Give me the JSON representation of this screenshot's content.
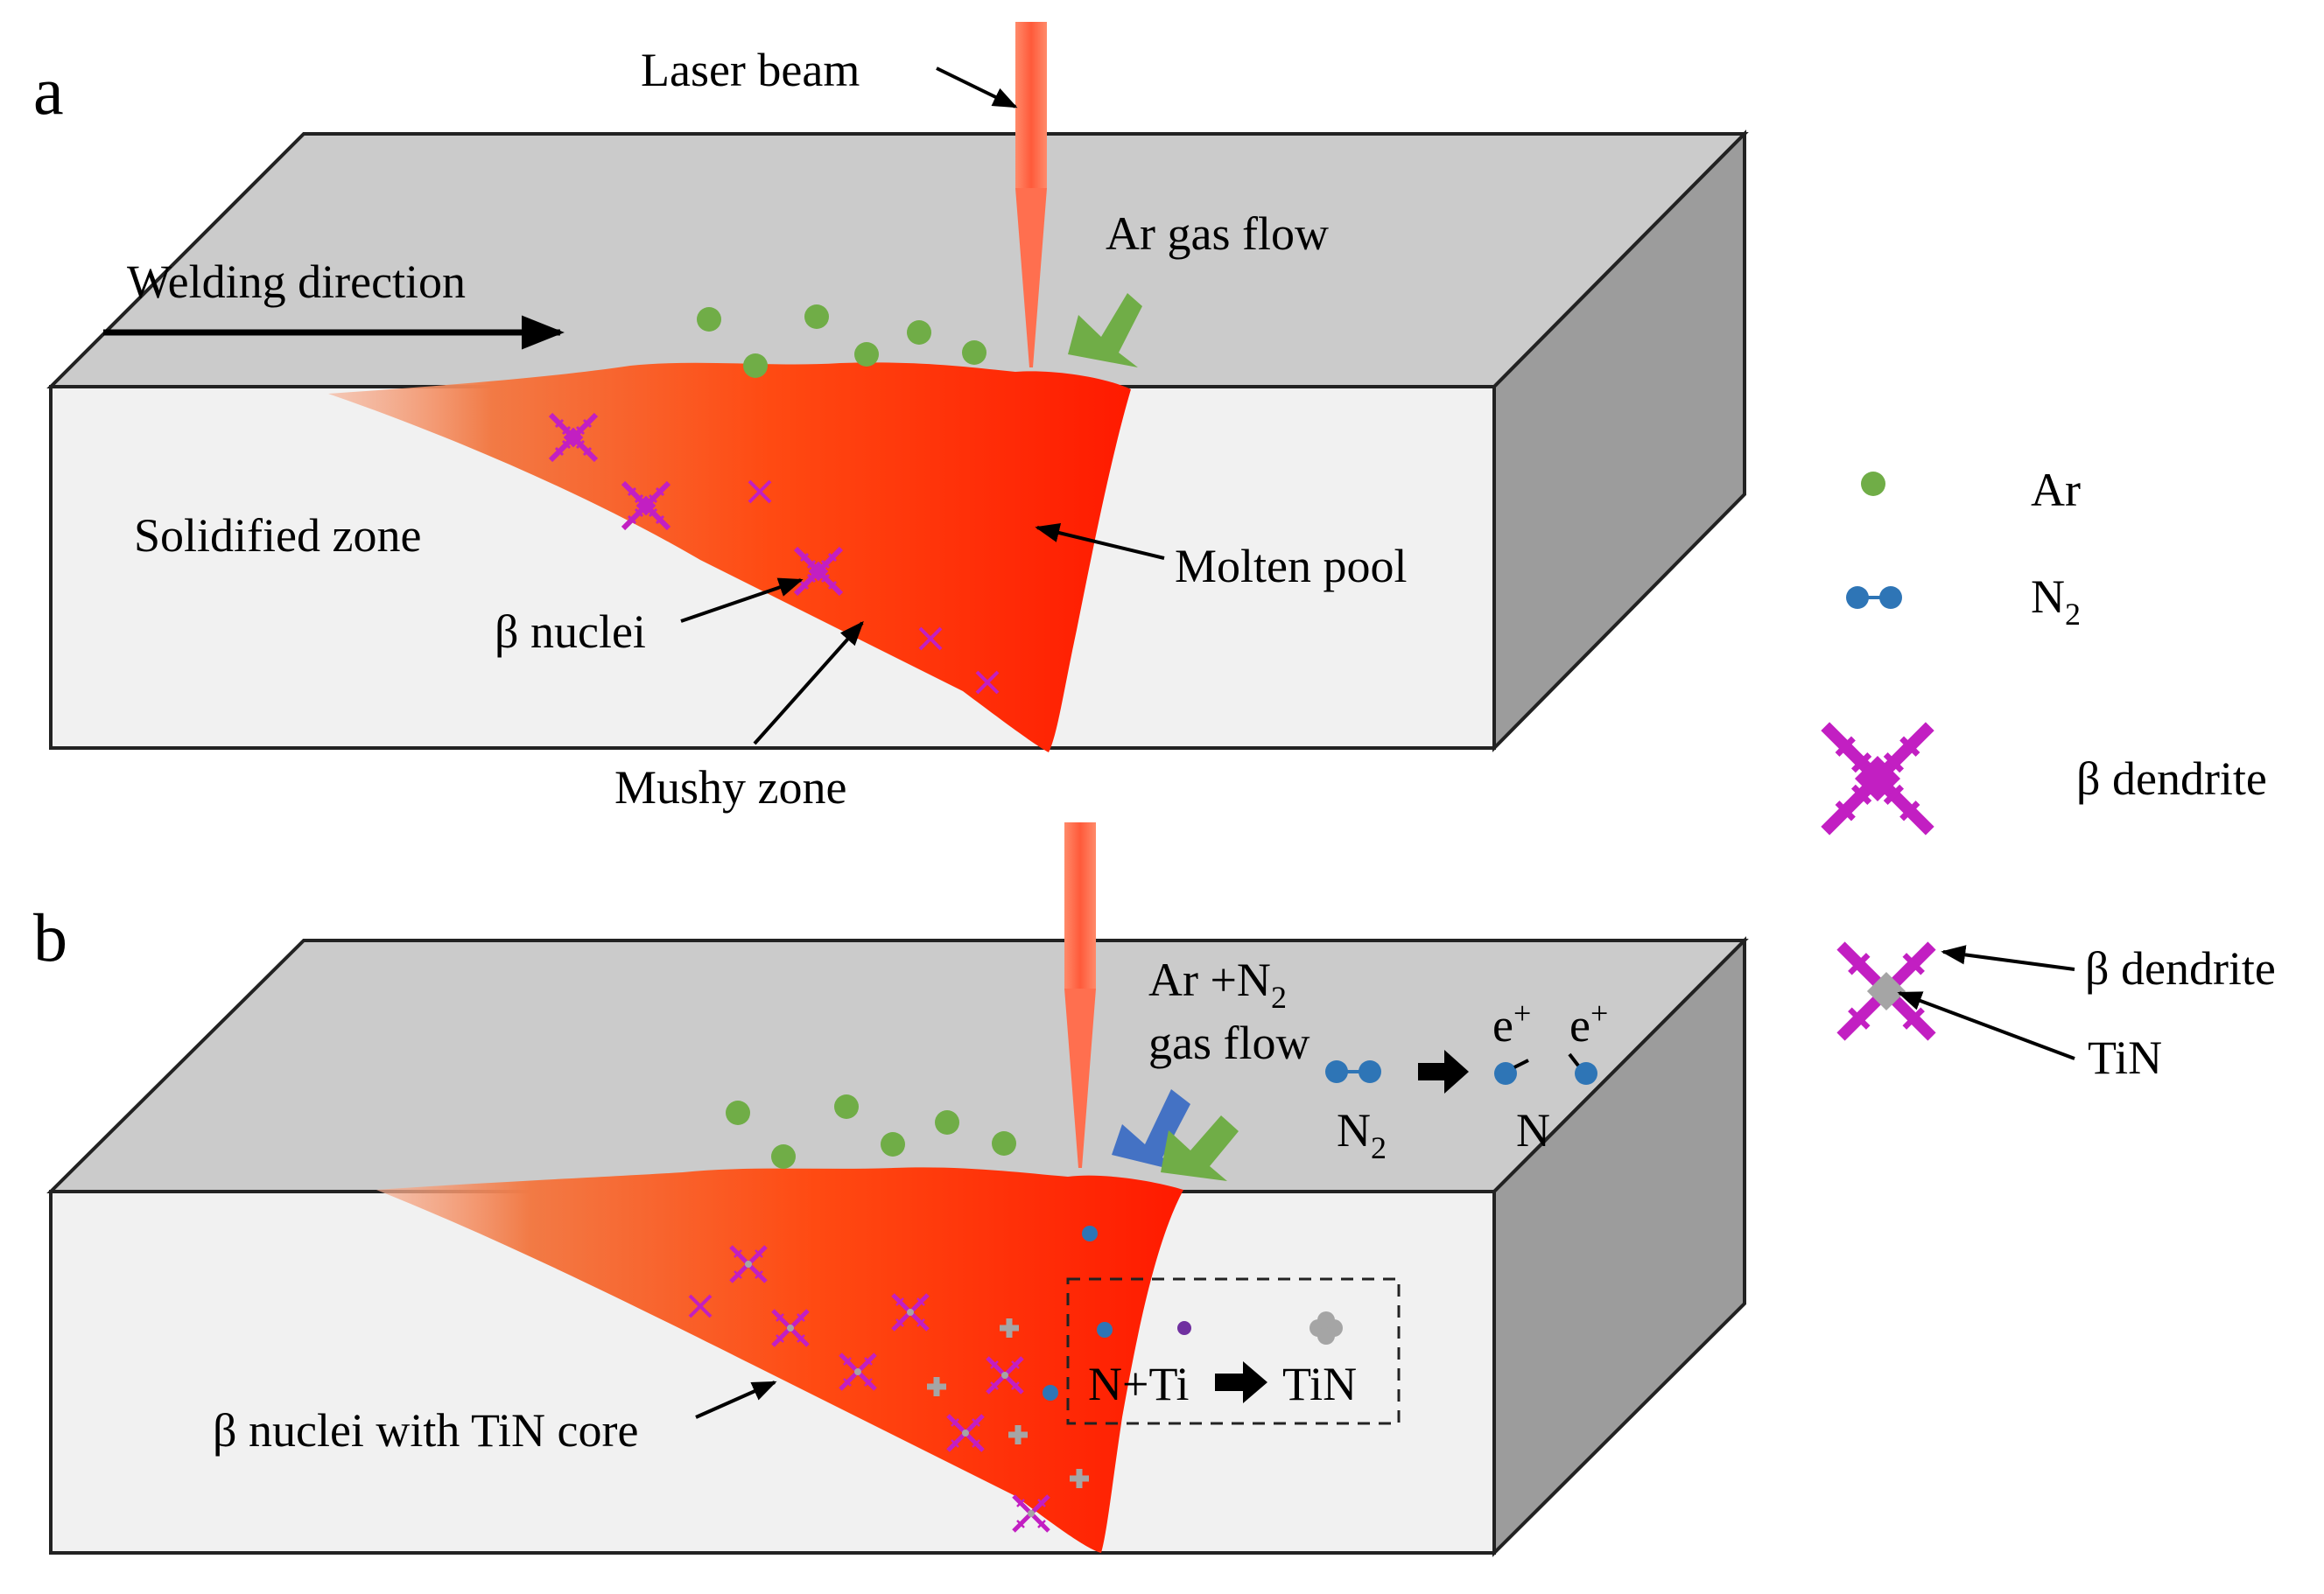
{
  "panel_a": {
    "letter": "a",
    "laser_label": "Laser beam",
    "gas_label": "Ar gas flow",
    "welding_label": "Welding direction",
    "solidified_label": "Solidified zone",
    "molten_label": "Molten pool",
    "nuclei_label": "β nuclei",
    "mushy_label": "Mushy zone"
  },
  "panel_b": {
    "letter": "b",
    "gas_line1_main": "Ar +N",
    "gas_line1_sub": "2",
    "gas_line2": "gas flow",
    "n2_main": "N",
    "n2_sub": "2",
    "n_label": "N",
    "electron_main": "e",
    "electron_sup": "+",
    "reaction_left": "N+Ti",
    "reaction_right": "TiN",
    "nuclei_core_label": "β nuclei with TiN core"
  },
  "legend": {
    "ar": "Ar",
    "n2_main": "N",
    "n2_sub": "2",
    "dendrite": "β dendrite",
    "dendrite2": "β dendrite",
    "tin": "TiN"
  },
  "colors": {
    "top_face": "#cbcbcb",
    "front_face": "#f1f1f1",
    "side_face": "#9c9c9c",
    "ar_dot": "#70ad47",
    "n2_dot": "#2e75b6",
    "dendrite": "#c21fc2",
    "tin_core": "#a5a5a5",
    "laser": "#ff6f4f",
    "ar_arrow": "#70ad47",
    "n2_arrow": "#4472c4"
  }
}
